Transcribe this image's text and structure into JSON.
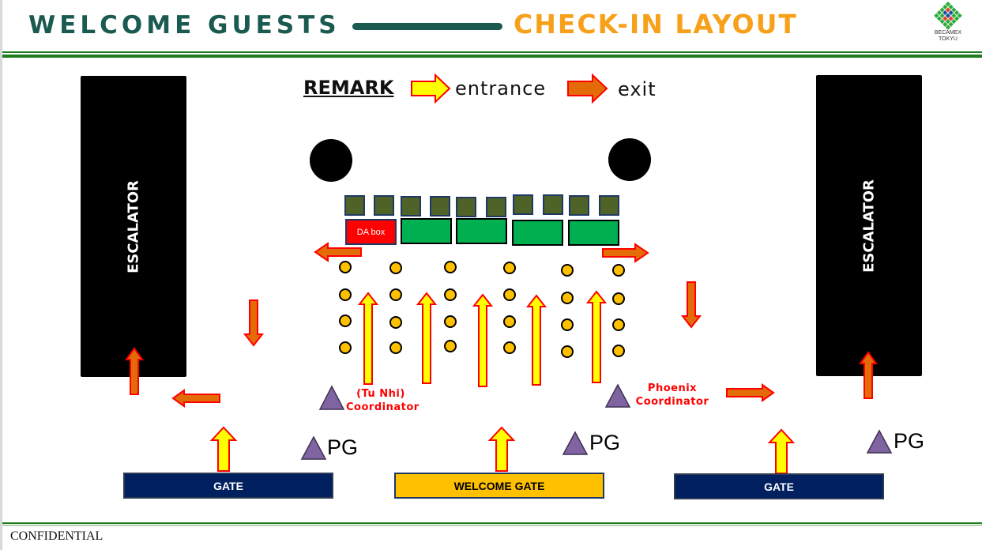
{
  "header": {
    "title_left": "WELCOME GUESTS",
    "title_right": "CHECK-IN LAYOUT",
    "logo_line1": "BECAMEX",
    "logo_line2": "TOKYU"
  },
  "colors": {
    "title_dark_green": "#1a5a50",
    "title_orange": "#f7a11a",
    "rule_green": "#1e7e1e",
    "entrance_arrow_fill": "#ffff00",
    "exit_arrow_fill": "#e36c09",
    "arrow_outline": "#ff0000",
    "staff_triangle": "#8064a2",
    "desk_green": "#00b050",
    "chair_olive": "#4f6228",
    "queue_dot": "#ffc000",
    "gate_navy": "#002060",
    "welcome_gate_yellow": "#ffc000"
  },
  "legend": {
    "title": "REMARK",
    "entrance_label": "entrance",
    "exit_label": "exit"
  },
  "escalators": [
    {
      "label": "ESCALATOR"
    },
    {
      "label": "ESCALATOR"
    }
  ],
  "check_in": {
    "da_box_label": "DA box",
    "desk_count": 4,
    "chair_count": 10,
    "pillar_count": 2
  },
  "queue": {
    "columns": 6,
    "dots_per_column": 4,
    "entrance_lanes": 5
  },
  "staff": {
    "coordinator_left_line1": "(Tu Nhi)",
    "coordinator_left_line2": "Coordinator",
    "coordinator_right_line1": "Phoenix",
    "coordinator_right_line2": "Coordinator",
    "pg_labels": [
      "PG",
      "PG",
      "PG"
    ]
  },
  "gates": {
    "left": "GATE",
    "center": "WELCOME GATE",
    "right": "GATE"
  },
  "footer": {
    "confidential": "CONFIDENTIAL"
  }
}
